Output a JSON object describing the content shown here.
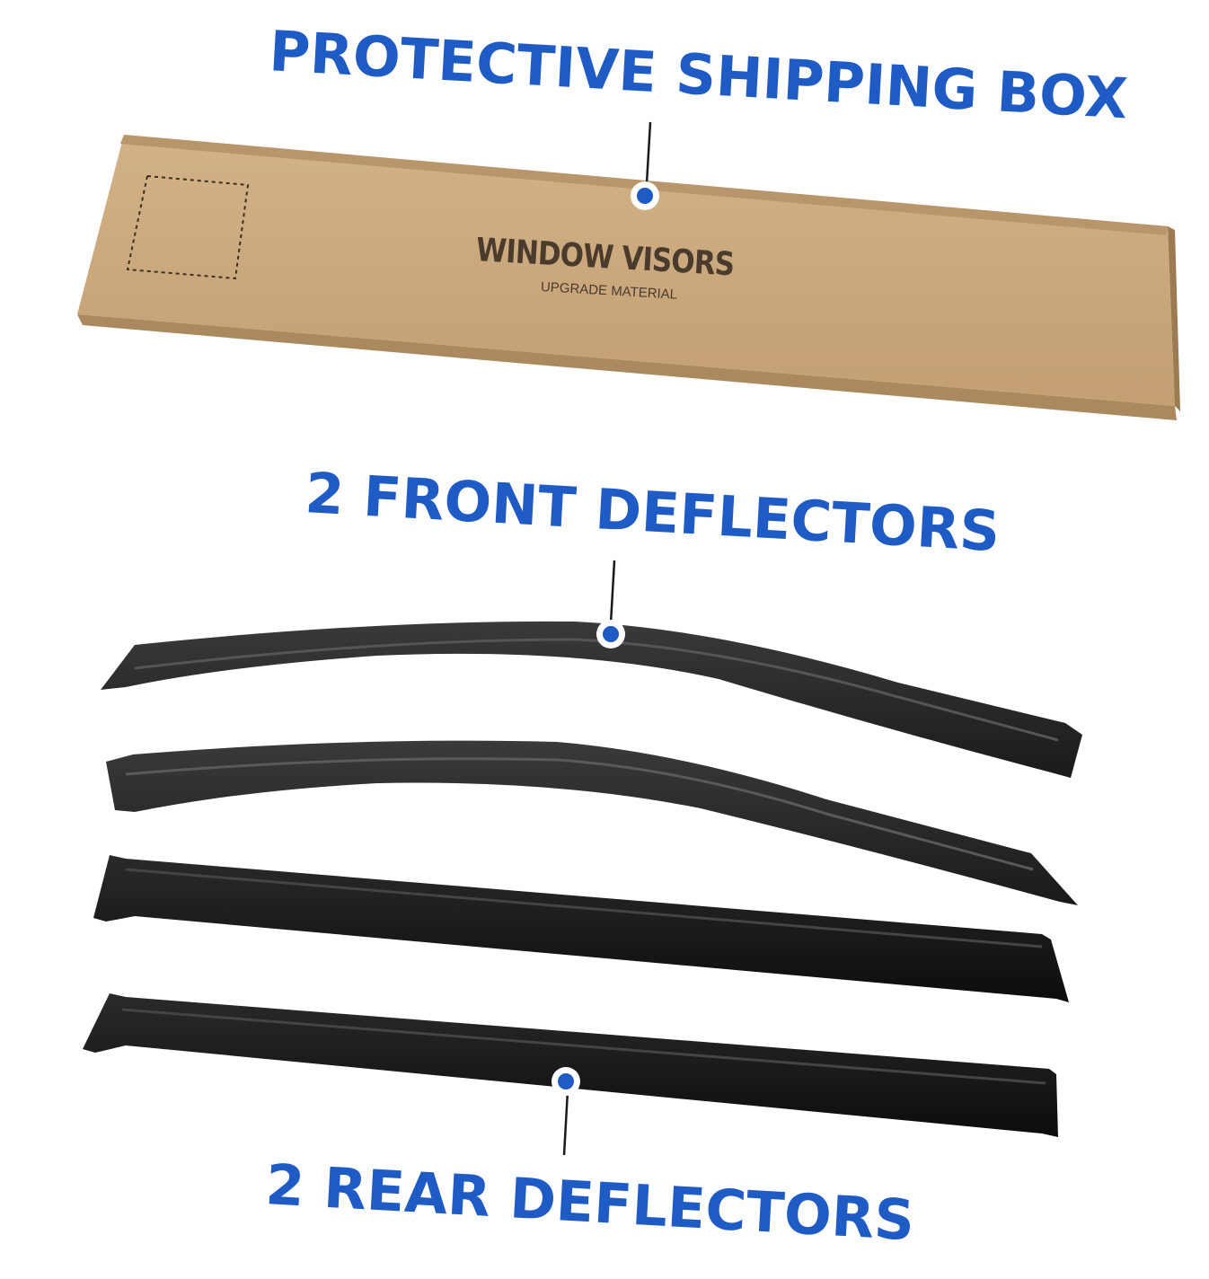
{
  "colors": {
    "accent": "#1f5bc4",
    "cardboard": "#c9a67b",
    "box_print": "#4a3b2c",
    "deflector": "#141414"
  },
  "callouts": {
    "box_title": "PROTECTIVE SHIPPING BOX",
    "front_title": "2 FRONT DEFLECTORS",
    "rear_title": "2 REAR DEFLECTORS"
  },
  "box": {
    "main_label": "WINDOW VISORS",
    "sub_label": "UPGRADE MATERIAL"
  },
  "icons": {
    "marker": "callout-dot-icon"
  }
}
